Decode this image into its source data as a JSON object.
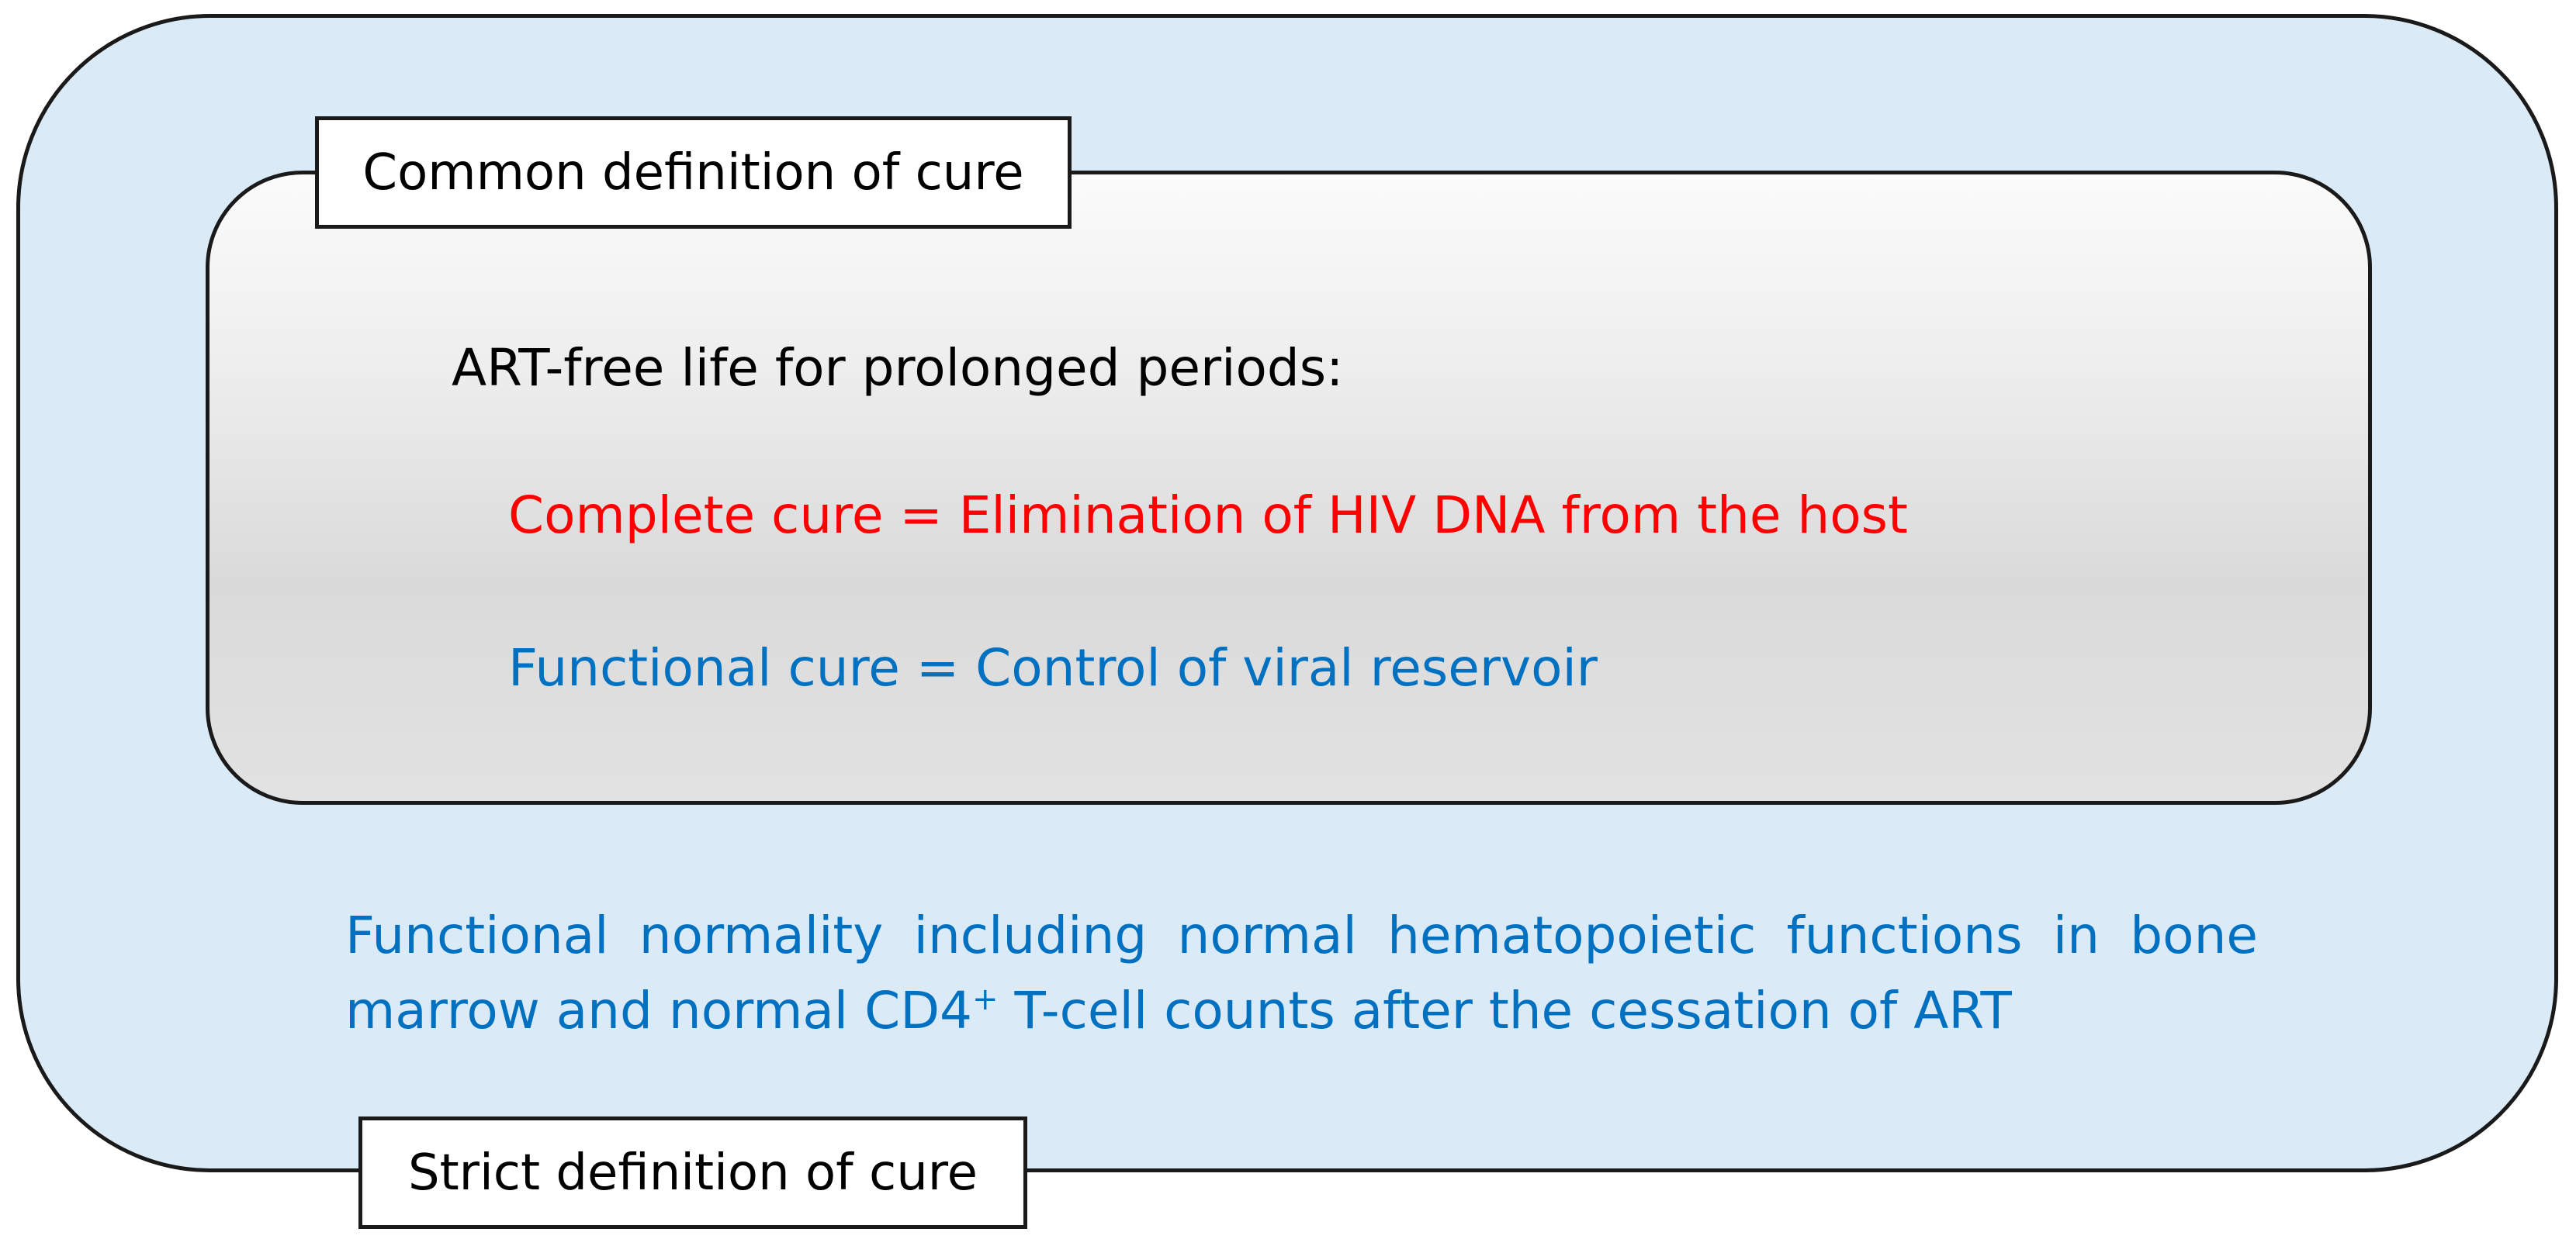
{
  "strict": {
    "label": "Strict definition of cure",
    "text_before_sup": "Functional normality including normal hematopoietic functions in bone marrow and normal CD4",
    "sup": "+",
    "text_after_sup": " T-cell counts after the cessation of ART"
  },
  "common": {
    "label": "Common definition of cure",
    "heading": "ART-free life for prolonged periods:",
    "complete_cure": "Complete cure = Elimination of HIV DNA from the host",
    "functional_cure": "Functional cure = Control of viral reservoir"
  },
  "colors": {
    "outer_fill": "#dbeaf7",
    "complete_cure_text": "#ff0000",
    "functional_text": "#0070c0"
  }
}
